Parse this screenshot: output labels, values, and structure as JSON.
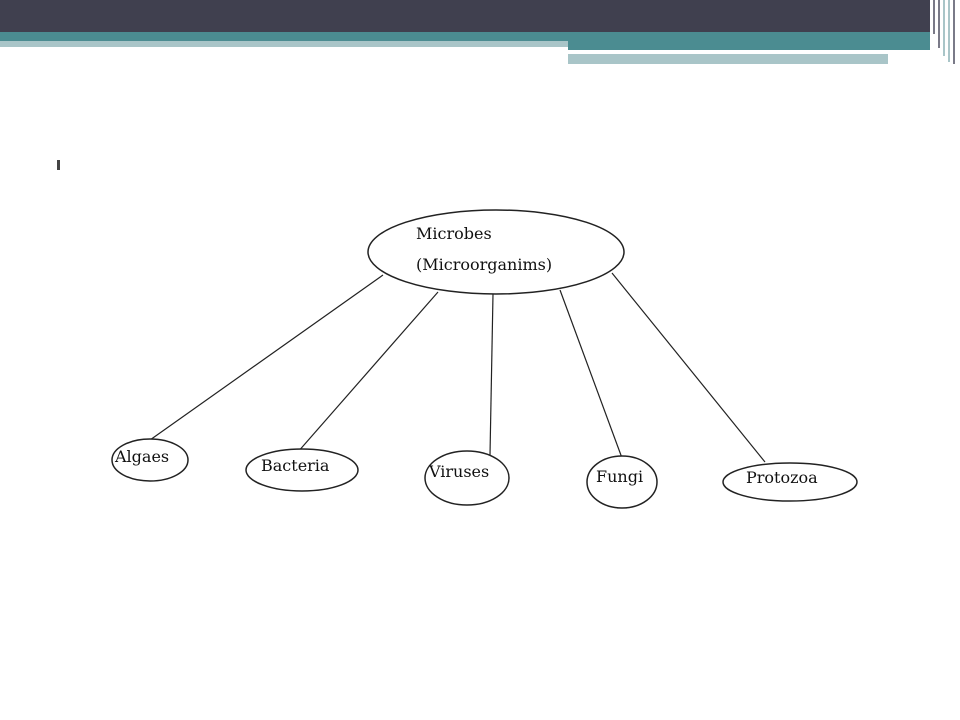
{
  "diagram": {
    "root": {
      "line1": "Microbes",
      "line2": "(Microorganims)"
    },
    "children": [
      {
        "id": "algaes",
        "label": "Algaes"
      },
      {
        "id": "bacteria",
        "label": "Bacteria"
      },
      {
        "id": "viruses",
        "label": "Viruses"
      },
      {
        "id": "fungi",
        "label": "Fungi"
      },
      {
        "id": "protozoa",
        "label": "Protozoa"
      }
    ]
  },
  "colors": {
    "header_dark": "#40404f",
    "header_teal": "#4b8c91",
    "header_light": "#a9c5c8",
    "ink": "#111111"
  }
}
